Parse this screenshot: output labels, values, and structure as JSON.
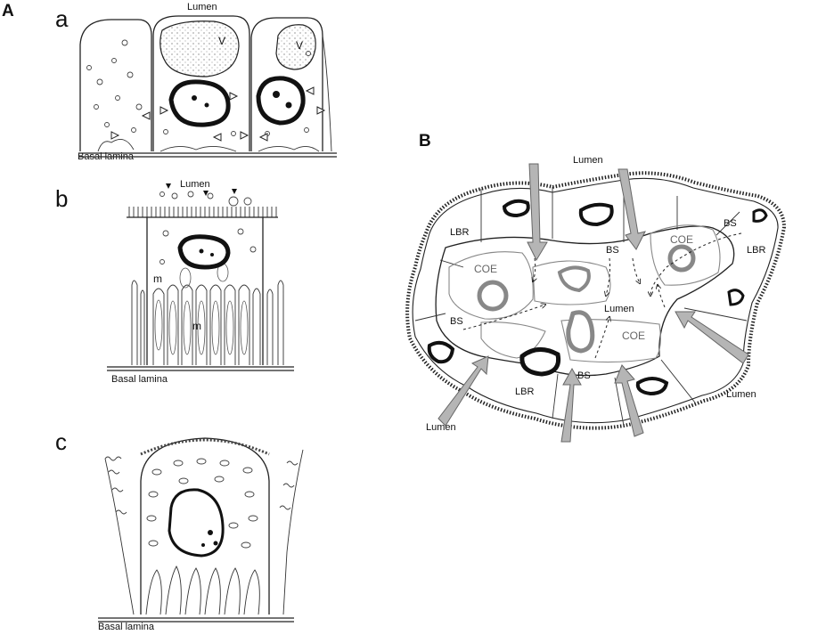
{
  "panels": {
    "A": {
      "letter": "A",
      "a": {
        "letter": "a",
        "lumen": "Lumen",
        "basal": "Basal lamina",
        "v1": "V",
        "v2": "V"
      },
      "b": {
        "letter": "b",
        "lumen": "Lumen",
        "basal": "Basal lamina",
        "m1": "m",
        "m2": "m"
      },
      "c": {
        "letter": "c",
        "basal": "Basal lamina"
      }
    },
    "B": {
      "letter": "B",
      "lumen_top": "Lumen",
      "lumen_center": "Lumen",
      "lumen_right": "Lumen",
      "lumen_bottom_left": "Lumen",
      "lbr_1": "LBR",
      "lbr_2": "LBR",
      "lbr_3": "LBR",
      "bs_1": "BS",
      "bs_2": "BS",
      "bs_3": "BS",
      "bs_4": "BS",
      "coe_1": "COE",
      "coe_2": "COE",
      "coe_3": "COE"
    }
  },
  "colors": {
    "ink": "#222222",
    "gray_arrow": "#b5b5b5",
    "background": "#ffffff"
  }
}
